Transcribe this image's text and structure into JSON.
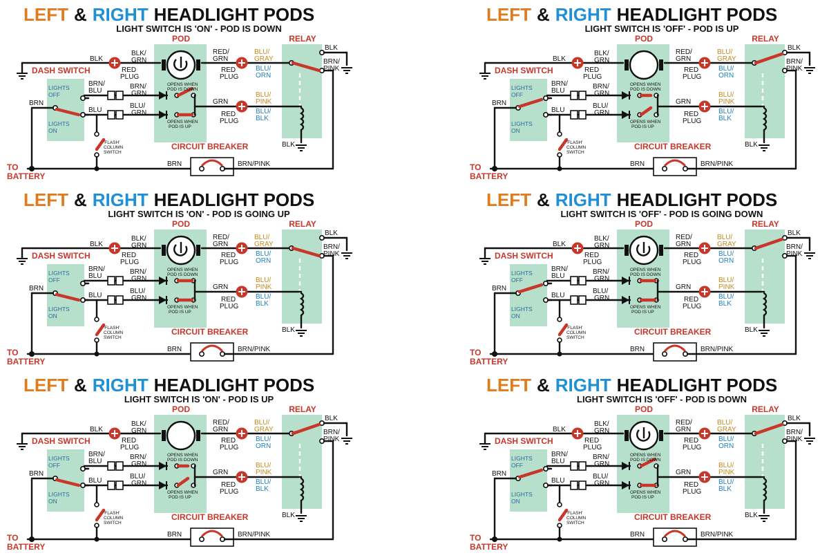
{
  "colors": {
    "left": "#e07b1e",
    "right": "#1f8fd6",
    "dark": "#111111",
    "red": "#c8372a",
    "tan": "#c58a1a",
    "blue_label": "#1f7fc0",
    "zone": "#b7e0cc"
  },
  "panels": [
    {
      "title_left": "LEFT",
      "title_amp": "&",
      "title_right": "RIGHT",
      "title_rest": "HEADLIGHT PODS",
      "subtitle": "LIGHT SWITCH IS 'ON' - POD IS DOWN",
      "pod_position": "down",
      "light_switch": "on"
    },
    {
      "title_left": "LEFT",
      "title_amp": "&",
      "title_right": "RIGHT",
      "title_rest": "HEADLIGHT PODS",
      "subtitle": "LIGHT SWITCH IS 'OFF' - POD IS UP",
      "pod_position": "up",
      "light_switch": "off"
    },
    {
      "title_left": "LEFT",
      "title_amp": "&",
      "title_right": "RIGHT",
      "title_rest": "HEADLIGHT PODS",
      "subtitle": "LIGHT SWITCH IS 'ON' - POD IS GOING UP",
      "pod_position": "going up",
      "light_switch": "on"
    },
    {
      "title_left": "LEFT",
      "title_amp": "&",
      "title_right": "RIGHT",
      "title_rest": "HEADLIGHT PODS",
      "subtitle": "LIGHT SWITCH IS 'OFF' - POD IS GOING DOWN",
      "pod_position": "going down",
      "light_switch": "off"
    },
    {
      "title_left": "LEFT",
      "title_amp": "&",
      "title_right": "RIGHT",
      "title_rest": "HEADLIGHT PODS",
      "subtitle": "LIGHT SWITCH IS 'ON' - POD IS UP",
      "pod_position": "up",
      "light_switch": "on"
    },
    {
      "title_left": "LEFT",
      "title_amp": "&",
      "title_right": "RIGHT",
      "title_rest": "HEADLIGHT PODS",
      "subtitle": "LIGHT SWITCH IS 'OFF' - POD IS DOWN",
      "pod_position": "down",
      "light_switch": "off"
    }
  ],
  "labels": {
    "pod": "POD",
    "relay": "RELAY",
    "dash_switch": "DASH SWITCH",
    "circuit_breaker": "CIRCUIT BREAKER",
    "to": "TO",
    "battery": "BATTERY",
    "red": "RED",
    "plug": "PLUG",
    "lights": "LIGHTS",
    "off": "OFF",
    "on": "ON",
    "flash_1": "'FLASH'",
    "flash_2": "COLUMN",
    "flash_3": "SWITCH",
    "opens_down_1": "OPENS WHEN",
    "opens_down_2": "POD IS DOWN",
    "opens_up_1": "OPENS WHEN",
    "opens_up_2": "POD IS UP",
    "wires": {
      "blk": "BLK",
      "blk_grn_1": "BLK/",
      "blk_grn_2": "GRN",
      "red_grn_1": "RED/",
      "red_grn_2": "GRN",
      "blu_gray_1": "BLU/",
      "blu_gray_2": "GRAY",
      "blu_orn_1": "BLU/",
      "blu_orn_2": "ORN",
      "brn_pink_1": "BRN/",
      "brn_pink_2": "PINK",
      "brn": "BRN",
      "brn_blu_1": "BRN/",
      "brn_blu_2": "BLU",
      "blu_grn_1": "BLU/",
      "blu_grn_2": "GRN",
      "blu": "BLU",
      "grn": "GRN",
      "blu_pink_1": "BLU/",
      "blu_pink_2": "PINK",
      "blu_blk_1": "BLU/",
      "blu_blk_2": "BLK",
      "brn_pink_full": "BRN/PINK"
    }
  }
}
